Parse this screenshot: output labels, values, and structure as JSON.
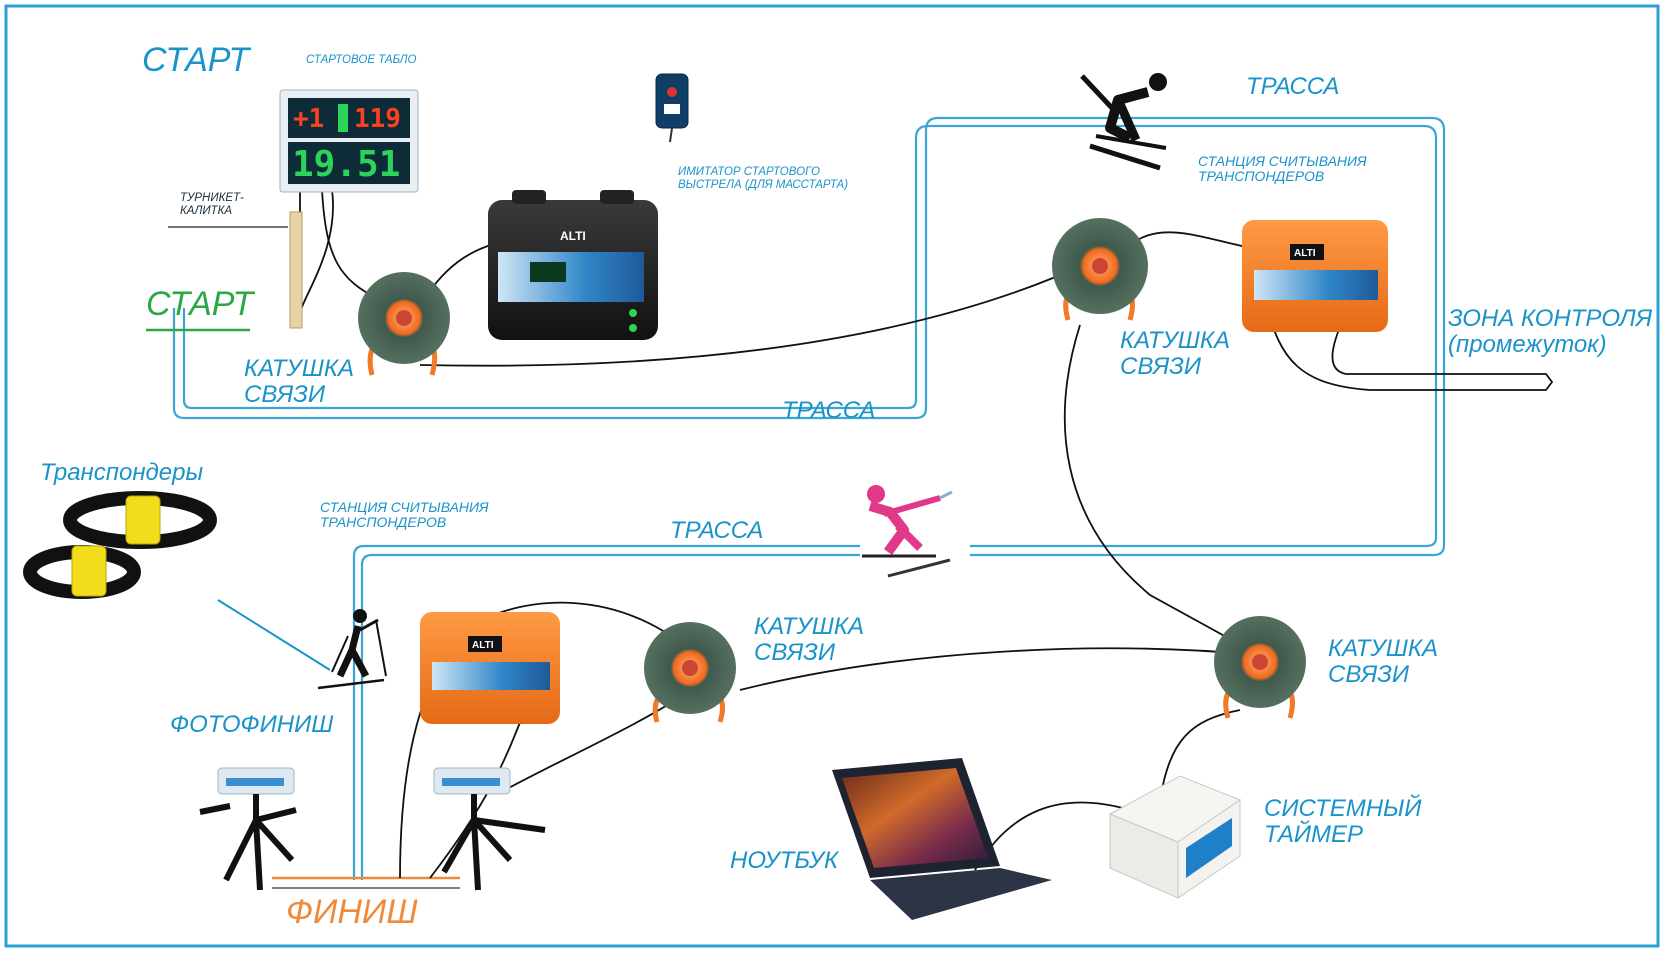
{
  "labels": {
    "start_top": "СТАРТ",
    "start_bottom": "СТАРТ",
    "start_board": "СТАРТОВОЕ ТАБЛО",
    "turnstile": "ТУРНИКЕТ-\nКАЛИТКА",
    "shot_simulator": "ИМИТАТОР СТАРТОВОГО\nВЫСТРЕЛА (ДЛЯ МАССТАРТА)",
    "reel_1": "КАТУШКА\nСВЯЗИ",
    "reel_2": "КАТУШКА\nСВЯЗИ",
    "reel_3": "КАТУШКА\nСВЯЗИ",
    "reel_4": "КАТУШКА\nСВЯЗИ",
    "track_1": "ТРАССА",
    "track_2": "ТРАССА",
    "track_3": "ТРАССА",
    "reader_station_1": "СТАНЦИЯ СЧИТЫВАНИЯ\nТРАНСПОНДЕРОВ",
    "reader_station_2": "СТАНЦИЯ СЧИТЫВАНИЯ\nТРАНСПОНДЕРОВ",
    "control_zone": "ЗОНА КОНТРОЛЯ\n(промежуток)",
    "transponders": "Транспондеры",
    "photofinish": "ФОТОФИНИШ",
    "finish": "ФИНИШ",
    "laptop": "НОУТБУК",
    "system_timer": "СИСТЕМНЫЙ\nТАЙМЕР"
  },
  "scoreboard": {
    "top_left": "+1",
    "top_right": "119",
    "bottom": "19.51"
  },
  "device_brand": "ALTI",
  "colors": {
    "label_blue": "#1a93c9",
    "start_green": "#2aa845",
    "finish_orange": "#ef8a3a",
    "track_blue": "#3aa6d3",
    "frame_blue": "#2a9fd6",
    "case_orange": "#f07a26",
    "case_black": "#1e1e1e",
    "reel_green": "#4a6156",
    "skier_pink": "#e0398a"
  },
  "icons": [
    "skier-downhill-icon",
    "skier-pink-icon",
    "skier-crosscountry-icon",
    "laptop-icon",
    "system-timer-icon",
    "tripod-camera-icon",
    "transponder-strap-icon",
    "cable-reel-icon",
    "reader-case-icon",
    "scoreboard-icon",
    "shot-simulator-icon",
    "turnstile-icon"
  ]
}
